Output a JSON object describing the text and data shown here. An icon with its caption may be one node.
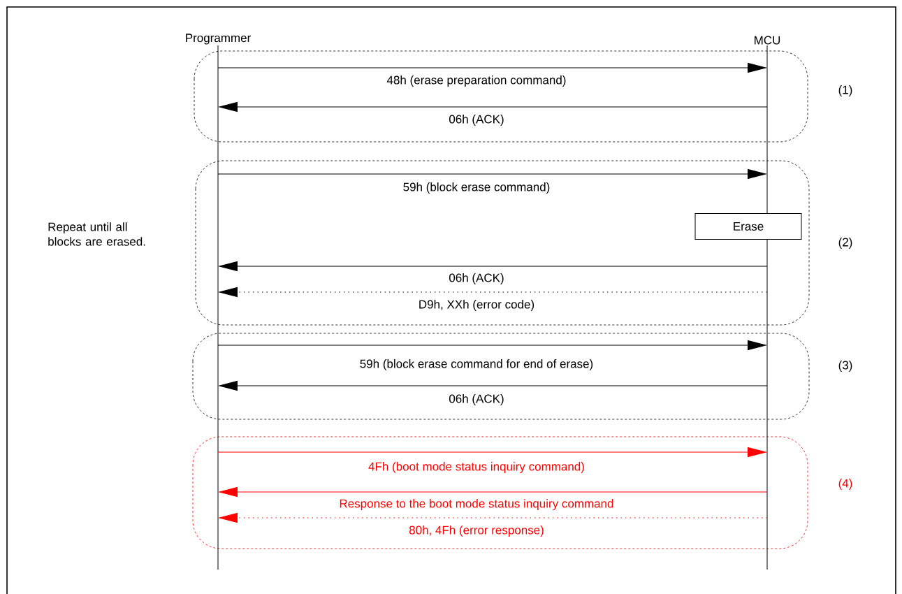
{
  "diagram": {
    "nodes": [
      {
        "text": [
          "Programmer"
        ]
      },
      {
        "text": [
          "MCU"
        ]
      },
      {
        "text": [
          "Erase"
        ]
      }
    ],
    "edges": [
      {
        "from": 0,
        "to": 1,
        "arrow": "to",
        "label": "48h (erase preparation command)"
      },
      {
        "from": 1,
        "to": 0,
        "arrow": "to",
        "label": "06h (ACK)"
      },
      {
        "from": 0,
        "to": 1,
        "arrow": "to",
        "label": "59h (block erase command)"
      },
      {
        "from": 1,
        "to": 0,
        "arrow": "to",
        "label": "06h (ACK)"
      },
      {
        "from": 1,
        "to": 0,
        "arrow": "to",
        "label": "D9h, XXh (error code)",
        "style": "dashed"
      },
      {
        "from": 0,
        "to": 1,
        "arrow": "to",
        "label": "59h (block erase command for end of erase)"
      },
      {
        "from": 1,
        "to": 0,
        "arrow": "to",
        "label": "06h (ACK)"
      },
      {
        "from": 0,
        "to": 1,
        "arrow": "to",
        "label": "4Fh (boot mode status inquiry command)",
        "color": "#ff0000"
      },
      {
        "from": 1,
        "to": 0,
        "arrow": "to",
        "label": "Response to the boot mode status inquiry command",
        "color": "#ff0000"
      },
      {
        "from": 1,
        "to": 0,
        "arrow": "to",
        "label": "80h, 4Fh (error response)",
        "style": "dashed",
        "color": "#ff0000"
      }
    ],
    "labels": [
      "(1)",
      "Repeat until all blocks are erased.",
      "(2)",
      "(3)",
      "(4)"
    ]
  }
}
